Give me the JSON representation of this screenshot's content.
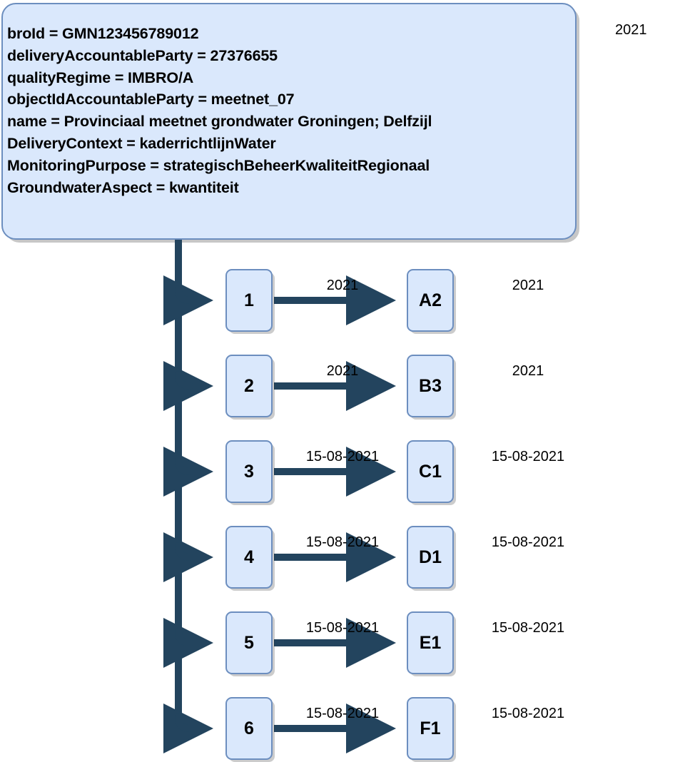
{
  "diagram": {
    "title_box": {
      "attributes": [
        "broId = GMN123456789012",
        "deliveryAccountableParty = 27376655",
        "qualityRegime = IMBRO/A",
        "objectIdAccountableParty = meetnet_07",
        "name = Provinciaal meetnet grondwater Groningen; Delfzijl",
        "DeliveryContext = kaderrichtlijnWater",
        "MonitoringPurpose = strategischBeheerKwaliteitRegionaal",
        "GroundwaterAspect = kwantiteit"
      ]
    },
    "corner_label": "2021",
    "rows": [
      {
        "left_node": "1",
        "edge_label": "2021",
        "right_node": "A2",
        "row_label": "2021"
      },
      {
        "left_node": "2",
        "edge_label": "2021",
        "right_node": "B3",
        "row_label": "2021"
      },
      {
        "left_node": "3",
        "edge_label": "15-08-2021",
        "right_node": "C1",
        "row_label": "15-08-2021"
      },
      {
        "left_node": "4",
        "edge_label": "15-08-2021",
        "right_node": "D1",
        "row_label": "15-08-2021"
      },
      {
        "left_node": "5",
        "edge_label": "15-08-2021",
        "right_node": "E1",
        "row_label": "15-08-2021"
      },
      {
        "left_node": "6",
        "edge_label": "15-08-2021",
        "right_node": "F1",
        "row_label": "15-08-2021"
      }
    ],
    "colors": {
      "node_fill": "#dae8fc",
      "node_border": "#6c8ebf",
      "connector": "#23445e",
      "text": "#000000",
      "background": "#ffffff"
    }
  }
}
